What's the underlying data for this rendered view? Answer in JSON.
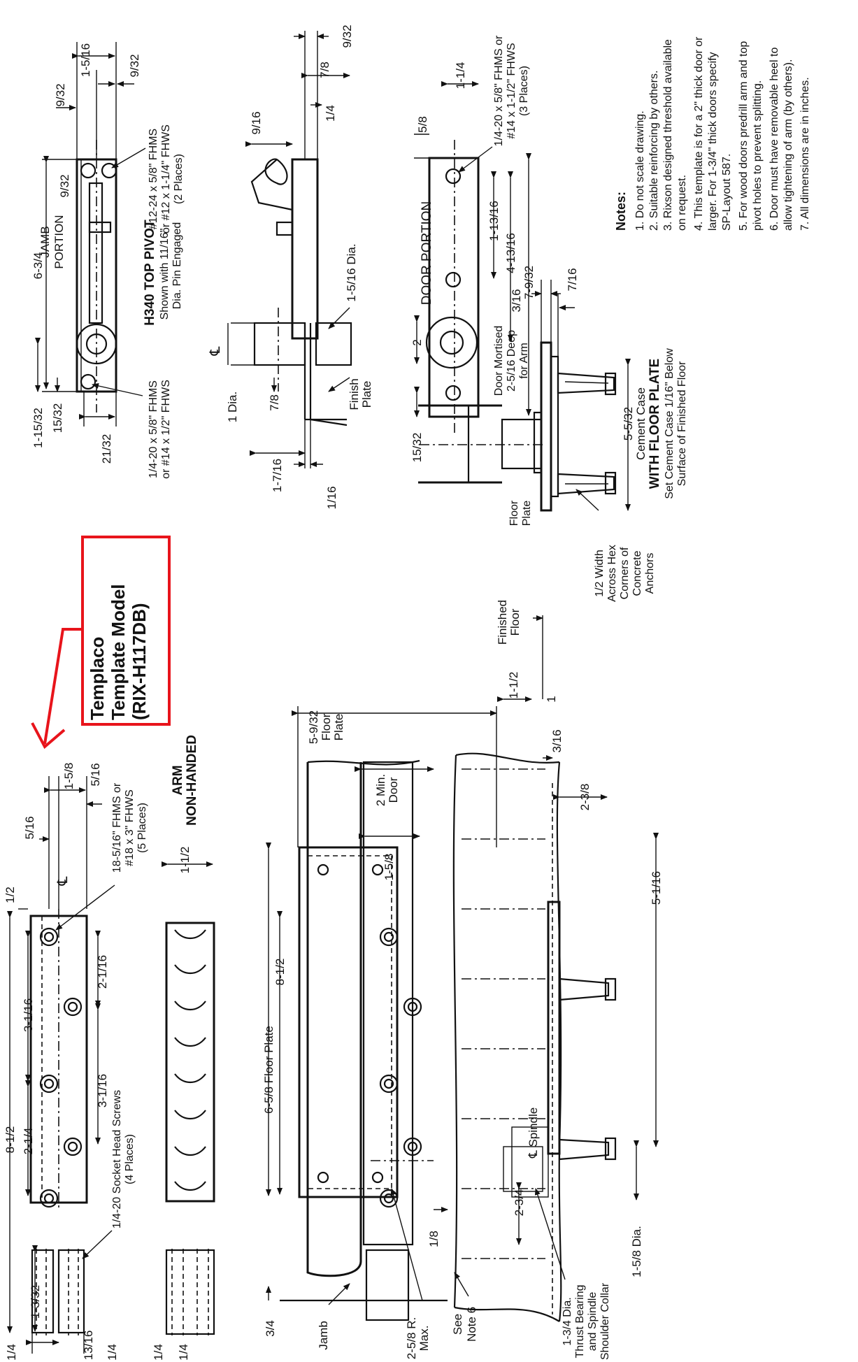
{
  "callout": {
    "line1": "Templaco",
    "line2": "Template Model",
    "line3": "(RIX-H117DB)",
    "color": "#e8141b"
  },
  "notes": {
    "title": "Notes:",
    "items": [
      "1.  Do not scale drawing.",
      "2.  Suitable reinforcing by others.",
      "3.  Rixson designed threshold available",
      "      on request.",
      "4.  This template is for a 2\" thick door or",
      "      larger. For 1-3/4\" thick doors specify",
      "      SP-Layout 587.",
      "5.  For wood doors predrill arm and top",
      "      pivot holes to prevent splitting.",
      "6.  Door  must  have removable heel to",
      "      allow tightening of arm (by others).",
      "7.  All dimensions are in inches."
    ]
  },
  "top_pivot": {
    "title": "H340 TOP PIVOT",
    "sub1": "Shown with 11/16\"",
    "sub2": "Dia. Pin Engaged",
    "jamb1": "JAMB",
    "jamb2": "PORTION",
    "screw_a1": "#12-24 x 5/8\" FHMS",
    "screw_a2": "or #12 x 1-1/4\" FHWS",
    "screw_a3": "(2 Places)",
    "screw_b1": "1/4-20 x 5/8\" FHMS",
    "screw_b2": "or #14 x 1/2\" FHWS",
    "d_6_3_4": "6-3/4",
    "d_9_32a": "9/32",
    "d_9_32b": "9/32",
    "d_9_32c": "9/32",
    "d_1_5_16": "1-5/16",
    "d_1_15_32": "1-15/32",
    "d_15_32": "15/32",
    "d_21_32": "21/32"
  },
  "pivot_side": {
    "d_9_32": "9/32",
    "d_7_8a": "7/8",
    "d_9_16": "9/16",
    "d_1_4": "1/4",
    "d_1_5_16dia": "1-5/16 Dia.",
    "d_1dia": "1 Dia.",
    "d_7_8b": "7/8",
    "d_1_7_16": "1-7/16",
    "d_1_16": "1/16",
    "finish1": "Finish",
    "finish2": "Plate",
    "cl": "℄"
  },
  "door_portion": {
    "title": "DOOR PORTION",
    "screw1": "1/4-20 x 5/8\" FHMS or",
    "screw2": "#14 x 1-1/2\" FHWS",
    "screw3": "(3 Places)",
    "d_5_8": "5/8",
    "d_1_1_4": "1-1/4",
    "d_1_13_16": "1-13/16",
    "d_4_13_16": "4-13/16",
    "d_7_9_32": "7-9/32",
    "d_2": "2",
    "d_15_32": "15/32"
  },
  "floor_plate_view": {
    "title": "WITH FLOOR PLATE",
    "sub1": "Set Cement Case 1/16\" Below",
    "sub2": "Surface of Finished Floor",
    "mort1": "Door Mortised",
    "mort2": "2-5/16 Deep",
    "mort3": "for Arm",
    "floor1": "Floor",
    "floor2": "Plate",
    "case1": "5-5/32",
    "case2": "Cement Case",
    "hex1": "1/2 Width",
    "hex2": "Across Hex",
    "hex3": "Corners of",
    "hex4": "Concrete",
    "hex5": "Anchors",
    "d_3_16": "3/16",
    "d_7_16": "7/16"
  },
  "arm": {
    "title1": "ARM",
    "title2": "NON-HANDED",
    "screw1": "18-5/16\" FHMS or",
    "screw2": "#18 x 3\" FHWS",
    "screw3": "(5 Places)",
    "socket1": "1/4-20 Socket Head Screws",
    "socket2": "(4 Places)",
    "d_1_2": "1/2",
    "d_5_16a": "5/16",
    "d_5_16b": "5/16",
    "d_1_5_8": "1-5/8",
    "d_2_1_16": "2-1/16",
    "d_3_1_16a": "3-1/16",
    "d_3_1_16b": "3-1/16",
    "d_2_1_4": "2-1/4",
    "d_8_1_2": "8-1/2",
    "d_1_3_32": "1-3/32",
    "d_1_4a": "1/4",
    "d_1_4b": "1/4",
    "d_13_16": "13/16",
    "d_1_1_2": "1-1/2",
    "d_1_4c": "1/4",
    "d_1_4d": "1/4",
    "cl": "℄"
  },
  "floor_plan": {
    "plate1": "5-9/32",
    "plate2": "Floor",
    "plate3": "Plate",
    "door1": "2 Min.",
    "door2": "Door",
    "d_1_5_8": "1-5/8",
    "d_8_1_2": "8-1/2",
    "d_6_5_8": "6-5/8 Floor Plate",
    "spindle": "℄ Spindle",
    "d_2_3_4": "2-3/4",
    "d_3_4": "3/4",
    "jamb": "Jamb",
    "r1": "2-5/8 R.",
    "r2": "Max."
  },
  "elevation": {
    "fin1": "Finished",
    "fin2": "Floor",
    "d_1_1_2": "1-1/2",
    "d_1": "1",
    "d_3_16": "3/16",
    "d_2_3_8": "2-3/8",
    "d_5_1_16": "5-1/16",
    "d_1_5_8": "1-5/8 Dia.",
    "d_1_8": "1/8",
    "note1": "See",
    "note2": "Note 6",
    "thrust1": "1-3/4 Dia.",
    "thrust2": "Thrust Bearing",
    "thrust3": "and Spindle",
    "thrust4": "Shoulder Collar"
  }
}
